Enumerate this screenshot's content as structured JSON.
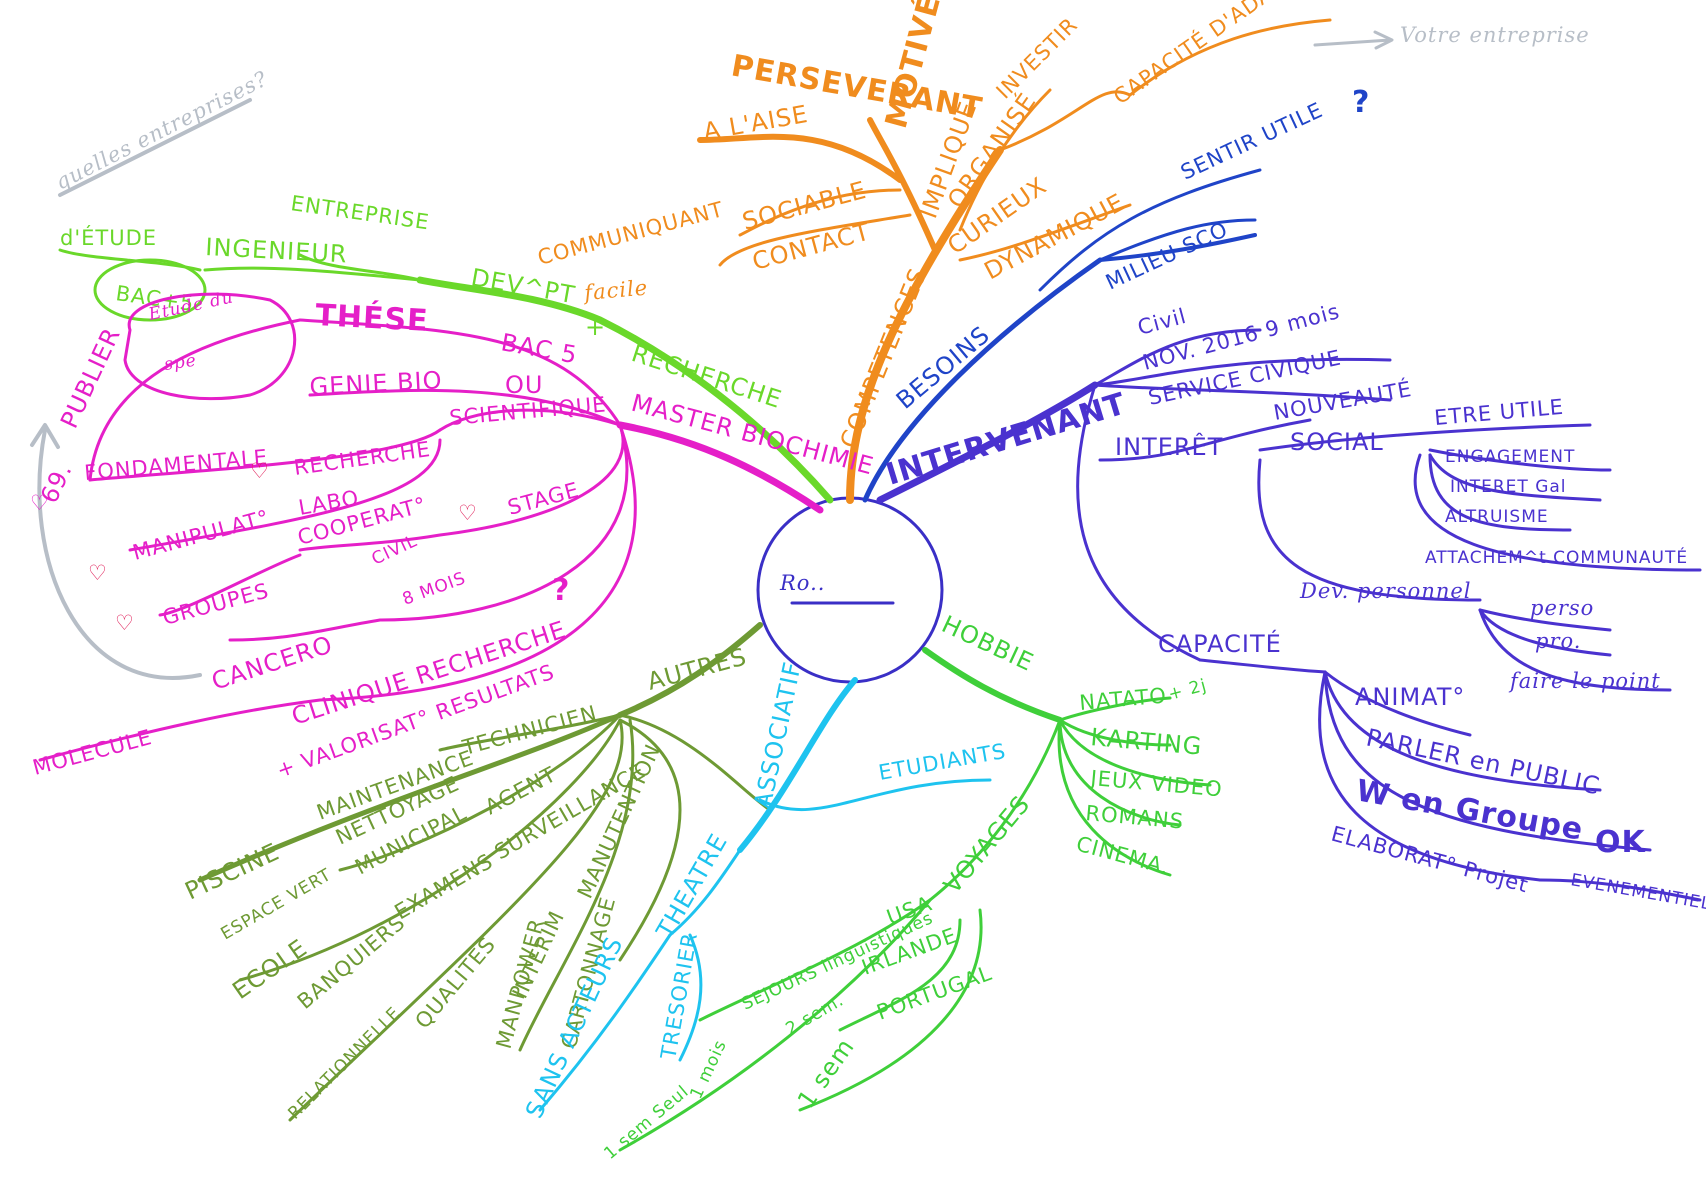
{
  "colors": {
    "competences": "#f08c1e",
    "besoins": "#1f44c8",
    "intervenant": "#4a32cf",
    "entreprise": "#6ad82a",
    "these": "#e51fc8",
    "autres": "#6e9a34",
    "associatif": "#1ec3ef",
    "hobbies": "#3fcf3a",
    "annotations": "#b7bec7"
  },
  "center": {
    "label": "Ro.."
  },
  "annotations": {
    "top_left": "quelles entreprises?",
    "top_right": "Votre entreprise"
  },
  "competences": {
    "branch": "COMPETENCES",
    "items": [
      "PERSEVERANT",
      "MOTIVÉ",
      "INVESTIR",
      "IMPLIQUÉ",
      "ORGANISÉ",
      "CURIEUX",
      "DYNAMIQUE",
      "CAPACITÉ D'ADAPTAT°",
      "A L'AISE",
      "SOCIABLE",
      "COMMUNIQUANT",
      "CONTACT",
      "facile"
    ]
  },
  "besoins": {
    "branch": "BESOINS",
    "items": [
      "SENTIR UTILE",
      "?",
      "MILIEU SCO"
    ]
  },
  "intervenant": {
    "branch": "INTERVENANT",
    "items": [
      "Civil",
      "NOV. 2016 9 mois",
      "SERVICE CIVIQUE",
      "INTERÊT",
      "NOUVEAUTÉ",
      "SOCIAL",
      "ETRE UTILE",
      "ENGAGEMENT",
      "INTERET Gal",
      "ALTRUISME",
      "ATTACHEM^t COMMUNAUTÉ",
      "Dev. personnel",
      "perso",
      "pro.",
      "faire le point",
      "CAPACITÉ",
      "ANIMAT°",
      "PARLER en PUBLIC",
      "W en Groupe",
      "OK",
      "ELABORAT° Projet",
      "EVENEMENTIEL"
    ]
  },
  "entreprise": {
    "items": [
      "ENTREPRISE",
      "d'ÉTUDE",
      "INGENIEUR",
      "BAC+5",
      "DEV^PT",
      "+",
      "RECHERCHE"
    ]
  },
  "these": {
    "branch": "MASTER BIOCHIMIE",
    "items": [
      "THÉSE",
      "Etude du",
      "spe",
      "PUBLIER",
      "69.",
      "GENIE BIO",
      "BAC 5",
      "OU",
      "SCIENTIFIQUE",
      "FONDAMENTALE",
      "RECHERCHE",
      "MANIPULAT°",
      "LABO",
      "COOPERAT°",
      "STAGE",
      "GROUPES",
      "CIVIL",
      "8 MOIS",
      "CANCERO",
      "CLINIQUE RECHERCHE",
      "?",
      "+ VALORISAT° RESULTATS",
      "MOLECULE"
    ]
  },
  "autres": {
    "branch": "AUTRES",
    "items": [
      "TECHNICIEN",
      "MAINTENANCE",
      "NETTOYAGE",
      "PISCINE",
      "MUNICIPAL",
      "AGENT",
      "ESPACE VERT",
      "EXAMENS",
      "SURVEILLANCE",
      "ECOLE",
      "BANQUIERS",
      "MANUTENTION",
      "RELATIONNELLE",
      "QUALITES",
      "INTERIM",
      "MANPOWER",
      "CARTONNAGE"
    ]
  },
  "associatif": {
    "branch": "ASSOCIATIF",
    "items": [
      "ETUDIANTS",
      "THEATRE",
      "SANS ACTEURS",
      "TRESORIER"
    ]
  },
  "hobbies": {
    "branch": "HOBBIE",
    "items": [
      "NATATO",
      "+ 2j",
      "KARTING",
      "JEUX VIDEO",
      "ROMANS",
      "CINEMA.",
      "VOYAGES",
      "SEJOURS linguistiques",
      "USA",
      "IRLANDE",
      "PORTUGAL",
      "2 sem.",
      "1 mois",
      "1 sem",
      "1 sem Seul"
    ]
  }
}
